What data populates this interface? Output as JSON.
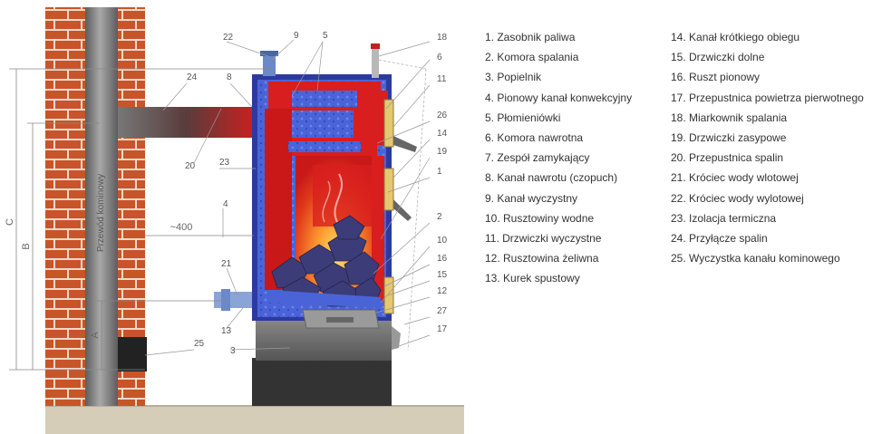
{
  "diagram": {
    "chimney_label": "Przewód kominowy",
    "distance_label": "~400",
    "dimension_labels": {
      "a": "A",
      "b": "B",
      "c": "C"
    },
    "callout_numbers": [
      "22",
      "9",
      "5",
      "18",
      "6",
      "11",
      "26",
      "14",
      "19",
      "1",
      "2",
      "10",
      "16",
      "15",
      "12",
      "27",
      "17",
      "24",
      "8",
      "20",
      "23",
      "4",
      "21",
      "13",
      "25",
      "3"
    ],
    "colors": {
      "brick": "#c8542a",
      "mortar": "#f0d8c8",
      "chimney": "#7d7d7d",
      "boiler_blue": "#3c50c8",
      "flame_red": "#d81e1e",
      "coal": "#3c3c78",
      "ground": "#d6cdb8",
      "base": "#333333"
    }
  },
  "legend": {
    "left": [
      "1. Zasobnik paliwa",
      "2. Komora spalania",
      "3. Popielnik",
      "4. Pionowy kanał konwekcyjny",
      "5. Płomieniówki",
      "6. Komora nawrotna",
      "7. Zespół zamykający",
      "8. Kanał nawrotu (czopuch)",
      "9. Kanał wyczystny",
      "10. Rusztowiny wodne",
      "11. Drzwiczki wyczystne",
      "12. Rusztowina żeliwna",
      "13. Kurek spustowy"
    ],
    "right": [
      "14. Kanał krótkiego obiegu",
      "15. Drzwiczki dolne",
      "16. Ruszt pionowy",
      "17. Przepustnica powietrza pierwotnego",
      "18. Miarkownik spalania",
      "19. Drzwiczki zasypowe",
      "20. Przepustnica spalin",
      "21. Króciec wody wlotowej",
      "22. Króciec wody wylotowej",
      "23. Izolacja termiczna",
      "24. Przyłącze spalin",
      "25. Wyczystka kanału kominowego"
    ]
  }
}
